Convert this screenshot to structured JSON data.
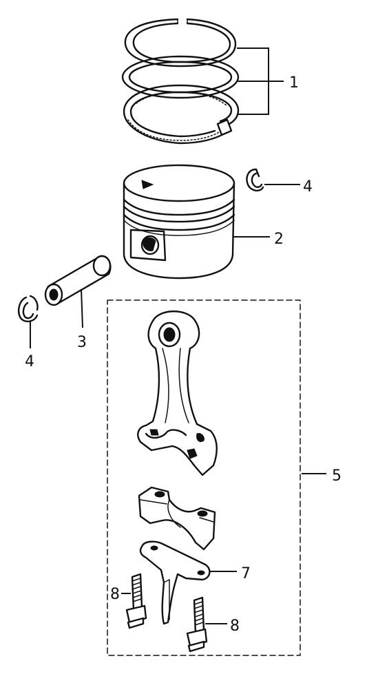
{
  "callouts": {
    "piston_rings": "1",
    "piston": "2",
    "piston_pin": "3",
    "clip_right": "4",
    "clip_left": "4",
    "connecting_rod_assembly": "5",
    "dipper": "7",
    "bolt_left": "8",
    "bolt_right": "8"
  }
}
